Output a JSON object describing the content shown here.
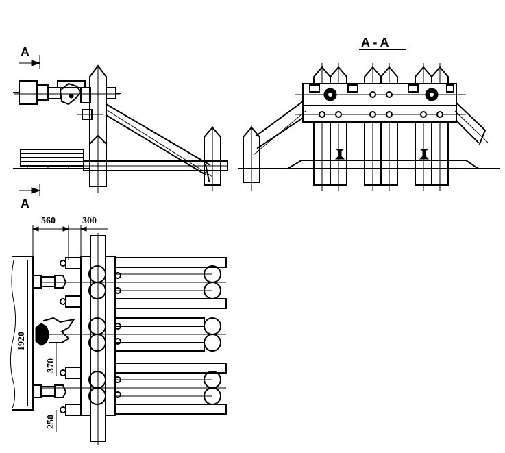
{
  "labels": {
    "section_mark_top": "A",
    "section_mark_bottom": "A",
    "section_title": "A - A"
  },
  "dimensions": {
    "d560": "560",
    "d300": "300",
    "d1920": "1920",
    "d370": "370",
    "d250": "250"
  }
}
